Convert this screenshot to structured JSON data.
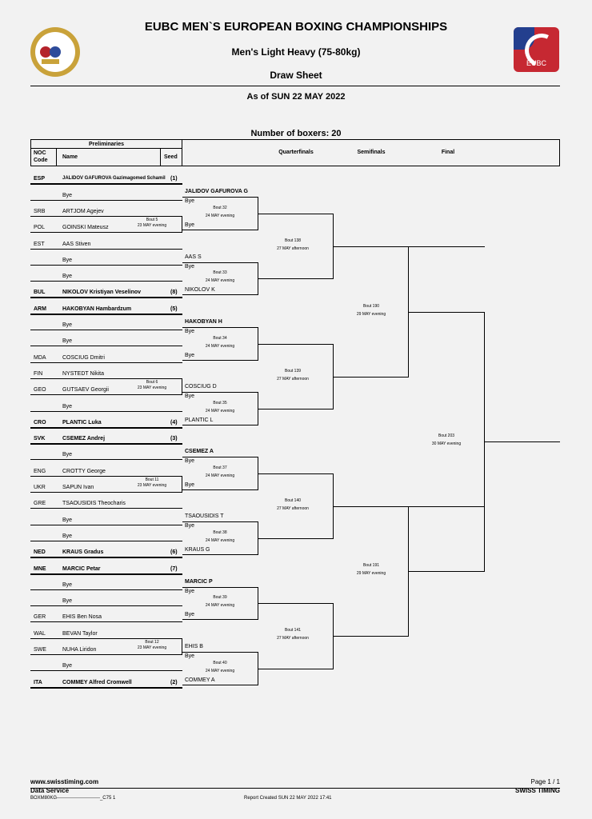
{
  "header": {
    "title": "EUBC MEN`S EUROPEAN BOXING CHAMPIONSHIPS",
    "event": "Men's Light Heavy (75-80kg)",
    "doc_type": "Draw Sheet",
    "as_of": "As of SUN 22 MAY 2022",
    "right_logo_text": "EUBC"
  },
  "draw": {
    "count": "Number of boxers: 20",
    "prelims_label": "Preliminaries",
    "col_noc": [
      "NOC",
      "Code"
    ],
    "col_name": "Name",
    "col_seed": "Seed",
    "col_qf": "Quarterfinals",
    "col_sf": "Semifinals",
    "col_final": "Final"
  },
  "boxers": [
    {
      "noc": "ESP",
      "name": "JALIDOV GAFUROVA Gazimagomed Schamil",
      "seed": "(1)",
      "bold": true
    },
    {
      "noc": "",
      "name": "Bye",
      "seed": ""
    },
    {
      "noc": "SRB",
      "name": "ARTJOM Agejev",
      "seed": ""
    },
    {
      "noc": "POL",
      "name": "GOINSKI Mateusz",
      "seed": ""
    },
    {
      "noc": "EST",
      "name": "AAS Stiven",
      "seed": ""
    },
    {
      "noc": "",
      "name": "Bye",
      "seed": ""
    },
    {
      "noc": "",
      "name": "Bye",
      "seed": ""
    },
    {
      "noc": "BUL",
      "name": "NIKOLOV Kristiyan Veselinov",
      "seed": "(8)",
      "bold": true
    },
    {
      "noc": "ARM",
      "name": "HAKOBYAN Hambardzum",
      "seed": "(5)",
      "bold": true
    },
    {
      "noc": "",
      "name": "Bye",
      "seed": ""
    },
    {
      "noc": "",
      "name": "Bye",
      "seed": ""
    },
    {
      "noc": "MDA",
      "name": "COSCIUG Dmitri",
      "seed": ""
    },
    {
      "noc": "FIN",
      "name": "NYSTEDT Nikita",
      "seed": ""
    },
    {
      "noc": "GEO",
      "name": "GUTSAEV Georgii",
      "seed": ""
    },
    {
      "noc": "",
      "name": "Bye",
      "seed": ""
    },
    {
      "noc": "CRO",
      "name": "PLANTIC Luka",
      "seed": "(4)",
      "bold": true
    },
    {
      "noc": "SVK",
      "name": "CSEMEZ Andrej",
      "seed": "(3)",
      "bold": true
    },
    {
      "noc": "",
      "name": "Bye",
      "seed": ""
    },
    {
      "noc": "ENG",
      "name": "CROTTY George",
      "seed": ""
    },
    {
      "noc": "UKR",
      "name": "SAPUN Ivan",
      "seed": ""
    },
    {
      "noc": "GRE",
      "name": "TSAOUSIDIS Theocharis",
      "seed": ""
    },
    {
      "noc": "",
      "name": "Bye",
      "seed": ""
    },
    {
      "noc": "",
      "name": "Bye",
      "seed": ""
    },
    {
      "noc": "NED",
      "name": "KRAUS Gradus",
      "seed": "(6)",
      "bold": true
    },
    {
      "noc": "MNE",
      "name": "MARCIC Petar",
      "seed": "(7)",
      "bold": true
    },
    {
      "noc": "",
      "name": "Bye",
      "seed": ""
    },
    {
      "noc": "",
      "name": "Bye",
      "seed": ""
    },
    {
      "noc": "GER",
      "name": "EHIS Ben Nosa",
      "seed": ""
    },
    {
      "noc": "WAL",
      "name": "BEVAN Taylor",
      "seed": ""
    },
    {
      "noc": "SWE",
      "name": "NUHA Liridon",
      "seed": ""
    },
    {
      "noc": "",
      "name": "Bye",
      "seed": ""
    },
    {
      "noc": "ITA",
      "name": "COMMEY Alfred Cromwell",
      "seed": "(2)",
      "bold": true
    }
  ],
  "prelim_bouts": [
    {
      "bout": "Bout 5",
      "session": "23 MAY evening"
    },
    {
      "bout": "Bout 6",
      "session": "23 MAY evening"
    },
    {
      "bout": "Bout 11",
      "session": "23 MAY evening"
    },
    {
      "bout": "Bout 12",
      "session": "23 MAY evening"
    }
  ],
  "round_of_16": [
    {
      "top": "JALIDOV GAFUROVA G",
      "top_bold": true,
      "bottom": "Bye",
      "bout": "Bout 32",
      "session": "24 MAY evening"
    },
    {
      "top": "AAS S",
      "top_bold": false,
      "bottom": "Bye",
      "bout": "Bout 33",
      "session": "24 MAY evening"
    },
    {
      "top": "HAKOBYAN H",
      "top_bold": true,
      "bottom": "Bye",
      "bout": "Bout 34",
      "session": "24 MAY evening"
    },
    {
      "top": "COSCIUG D",
      "top_bold": false,
      "bottom": "Bye",
      "bout": "Bout 35",
      "session": "24 MAY evening"
    },
    {
      "top": "CSEMEZ A",
      "top_bold": true,
      "bottom": "Bye",
      "bout": "Bout 37",
      "session": "24 MAY evening"
    },
    {
      "top": "TSAOUSIDIS T",
      "top_bold": false,
      "bottom": "Bye",
      "bout": "Bout 38",
      "session": "24 MAY evening"
    },
    {
      "top": "MARCIC P",
      "top_bold": true,
      "bottom": "Bye",
      "bout": "Bout 39",
      "session": "24 MAY evening"
    },
    {
      "top": "EHIS B",
      "top_bold": false,
      "bottom": "Bye",
      "bout": "Bout 40",
      "session": "24 MAY evening"
    }
  ],
  "r16_lower_names": [
    "Bye",
    "NIKOLOV K",
    "Bye",
    "PLANTIC L",
    "Bye",
    "KRAUS G",
    "Bye",
    "COMMEY A"
  ],
  "quarterfinals": [
    {
      "bout": "Bout 138",
      "session": "27 MAY afternoon"
    },
    {
      "bout": "Bout 139",
      "session": "27 MAY afternoon"
    },
    {
      "bout": "Bout 140",
      "session": "27 MAY afternoon"
    },
    {
      "bout": "Bout 141",
      "session": "27 MAY afternoon"
    }
  ],
  "semifinals": [
    {
      "bout": "Bout 190",
      "session": "29 MAY evening"
    },
    {
      "bout": "Bout 191",
      "session": "29 MAY evening"
    }
  ],
  "final": {
    "bout": "Bout 203",
    "session": "30 MAY evening"
  },
  "footer": {
    "website": "www.swisstiming.com",
    "service": "Data Service",
    "code": "BOXM80KG---------------------------_C75 1",
    "report": "Report Created  SUN 22 MAY 2022 17:41",
    "page": "Page 1 / 1",
    "brand": "SWISS TIMING"
  }
}
